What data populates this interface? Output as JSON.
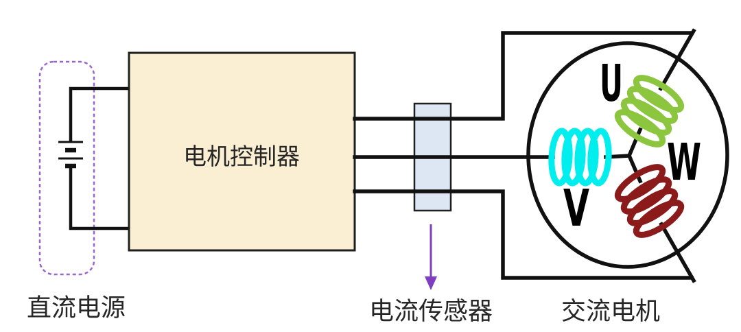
{
  "diagram": {
    "background": "#ffffff",
    "labels": {
      "dc_source": "直流电源",
      "controller": "电机控制器",
      "current_sensor": "电流传感器",
      "ac_motor": "交流电机",
      "phase_u": "U",
      "phase_v": "V",
      "phase_w": "W"
    },
    "colors": {
      "wire": "#111111",
      "controller_fill": "#faeed3",
      "controller_border": "#1f1f1f",
      "sensor_fill": "#dde6f3",
      "sensor_border": "#1f1f1f",
      "dc_dashed_border": "#9a66cc",
      "arrow_purple": "#7d3fc0",
      "coil_u_green": "#8cc63f",
      "coil_v_cyan": "#00eeee",
      "coil_w_darkred": "#8b1b1b",
      "label_text": "#262626",
      "phase_letter_color": "#000000"
    }
  }
}
